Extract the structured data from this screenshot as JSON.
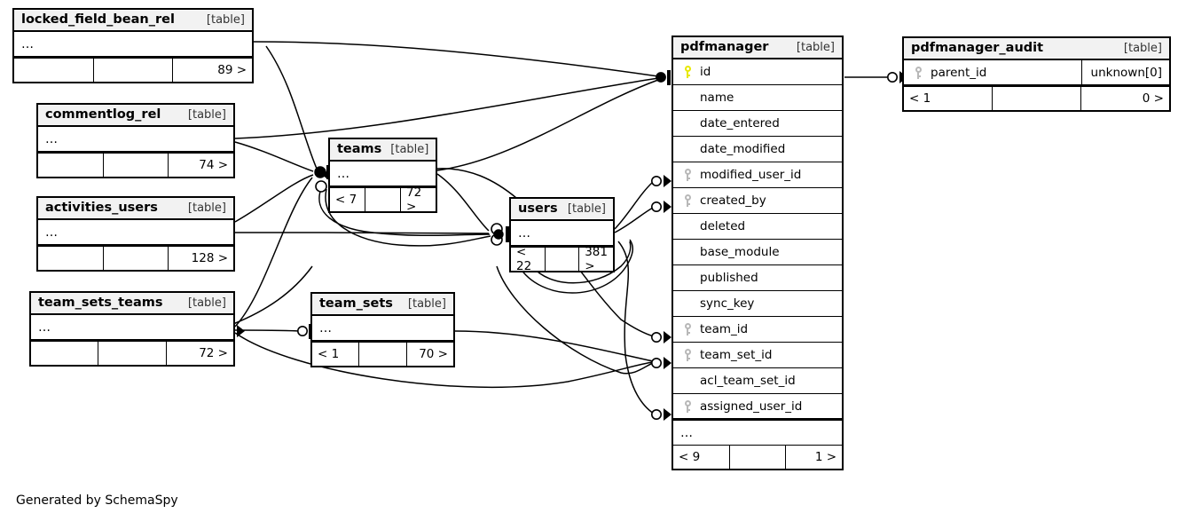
{
  "diagram": {
    "type": "entity-relationship-diagram",
    "generator": "SchemaSpy",
    "credit": "Generated by SchemaSpy",
    "table_tag": "[table]",
    "ellipsis": "…",
    "colors": {
      "header_fill": "#f2f2f2",
      "border": "#000000",
      "primary_key_icon": "#e8e800",
      "foreign_key_icon": "#b8b8b8",
      "background": "#ffffff"
    }
  },
  "tables": {
    "locked_field_bean_rel": {
      "name": "locked_field_bean_rel",
      "tag": "[table]",
      "ellipsis": "…",
      "footer": {
        "left": "",
        "mid": "",
        "right": "89 >"
      }
    },
    "commentlog_rel": {
      "name": "commentlog_rel",
      "tag": "[table]",
      "ellipsis": "…",
      "footer": {
        "left": "",
        "mid": "",
        "right": "74 >"
      }
    },
    "activities_users": {
      "name": "activities_users",
      "tag": "[table]",
      "ellipsis": "…",
      "footer": {
        "left": "",
        "mid": "",
        "right": "128 >"
      }
    },
    "team_sets_teams": {
      "name": "team_sets_teams",
      "tag": "[table]",
      "ellipsis": "…",
      "footer": {
        "left": "",
        "mid": "",
        "right": "72 >"
      }
    },
    "teams": {
      "name": "teams",
      "tag": "[table]",
      "ellipsis": "…",
      "footer": {
        "left": "< 7",
        "mid": "",
        "right": "72 >"
      }
    },
    "team_sets": {
      "name": "team_sets",
      "tag": "[table]",
      "ellipsis": "…",
      "footer": {
        "left": "< 1",
        "mid": "",
        "right": "70 >"
      }
    },
    "users": {
      "name": "users",
      "tag": "[table]",
      "ellipsis": "…",
      "footer": {
        "left": "< 22",
        "mid": "",
        "right": "381 >"
      }
    },
    "pdfmanager": {
      "name": "pdfmanager",
      "tag": "[table]",
      "ellipsis": "…",
      "columns": [
        {
          "name": "id",
          "key": "primary"
        },
        {
          "name": "name",
          "key": "none"
        },
        {
          "name": "date_entered",
          "key": "none"
        },
        {
          "name": "date_modified",
          "key": "none"
        },
        {
          "name": "modified_user_id",
          "key": "foreign"
        },
        {
          "name": "created_by",
          "key": "foreign"
        },
        {
          "name": "deleted",
          "key": "none"
        },
        {
          "name": "base_module",
          "key": "none"
        },
        {
          "name": "published",
          "key": "none"
        },
        {
          "name": "sync_key",
          "key": "none"
        },
        {
          "name": "team_id",
          "key": "foreign"
        },
        {
          "name": "team_set_id",
          "key": "foreign"
        },
        {
          "name": "acl_team_set_id",
          "key": "none"
        },
        {
          "name": "assigned_user_id",
          "key": "foreign"
        }
      ],
      "footer": {
        "left": "< 9",
        "mid": "",
        "right": "1 >"
      }
    },
    "pdfmanager_audit": {
      "name": "pdfmanager_audit",
      "tag": "[table]",
      "columns": [
        {
          "name": "parent_id",
          "key": "foreign",
          "type": "unknown[0]"
        }
      ],
      "footer": {
        "left": "< 1",
        "mid": "",
        "right": "0 >"
      }
    }
  },
  "relationships": [
    {
      "from": "locked_field_bean_rel",
      "to": "pdfmanager.id"
    },
    {
      "from": "commentlog_rel",
      "to": "pdfmanager.id"
    },
    {
      "from": "activities_users",
      "to": "users"
    },
    {
      "from": "team_sets_teams",
      "to": "teams"
    },
    {
      "from": "team_sets_teams",
      "to": "team_sets"
    },
    {
      "from": "teams",
      "to": "pdfmanager.team_id"
    },
    {
      "from": "team_sets",
      "to": "pdfmanager.team_set_id"
    },
    {
      "from": "users",
      "to": "pdfmanager.modified_user_id"
    },
    {
      "from": "users",
      "to": "pdfmanager.created_by"
    },
    {
      "from": "users",
      "to": "pdfmanager.assigned_user_id"
    },
    {
      "from": "pdfmanager.id",
      "to": "pdfmanager_audit.parent_id"
    }
  ]
}
